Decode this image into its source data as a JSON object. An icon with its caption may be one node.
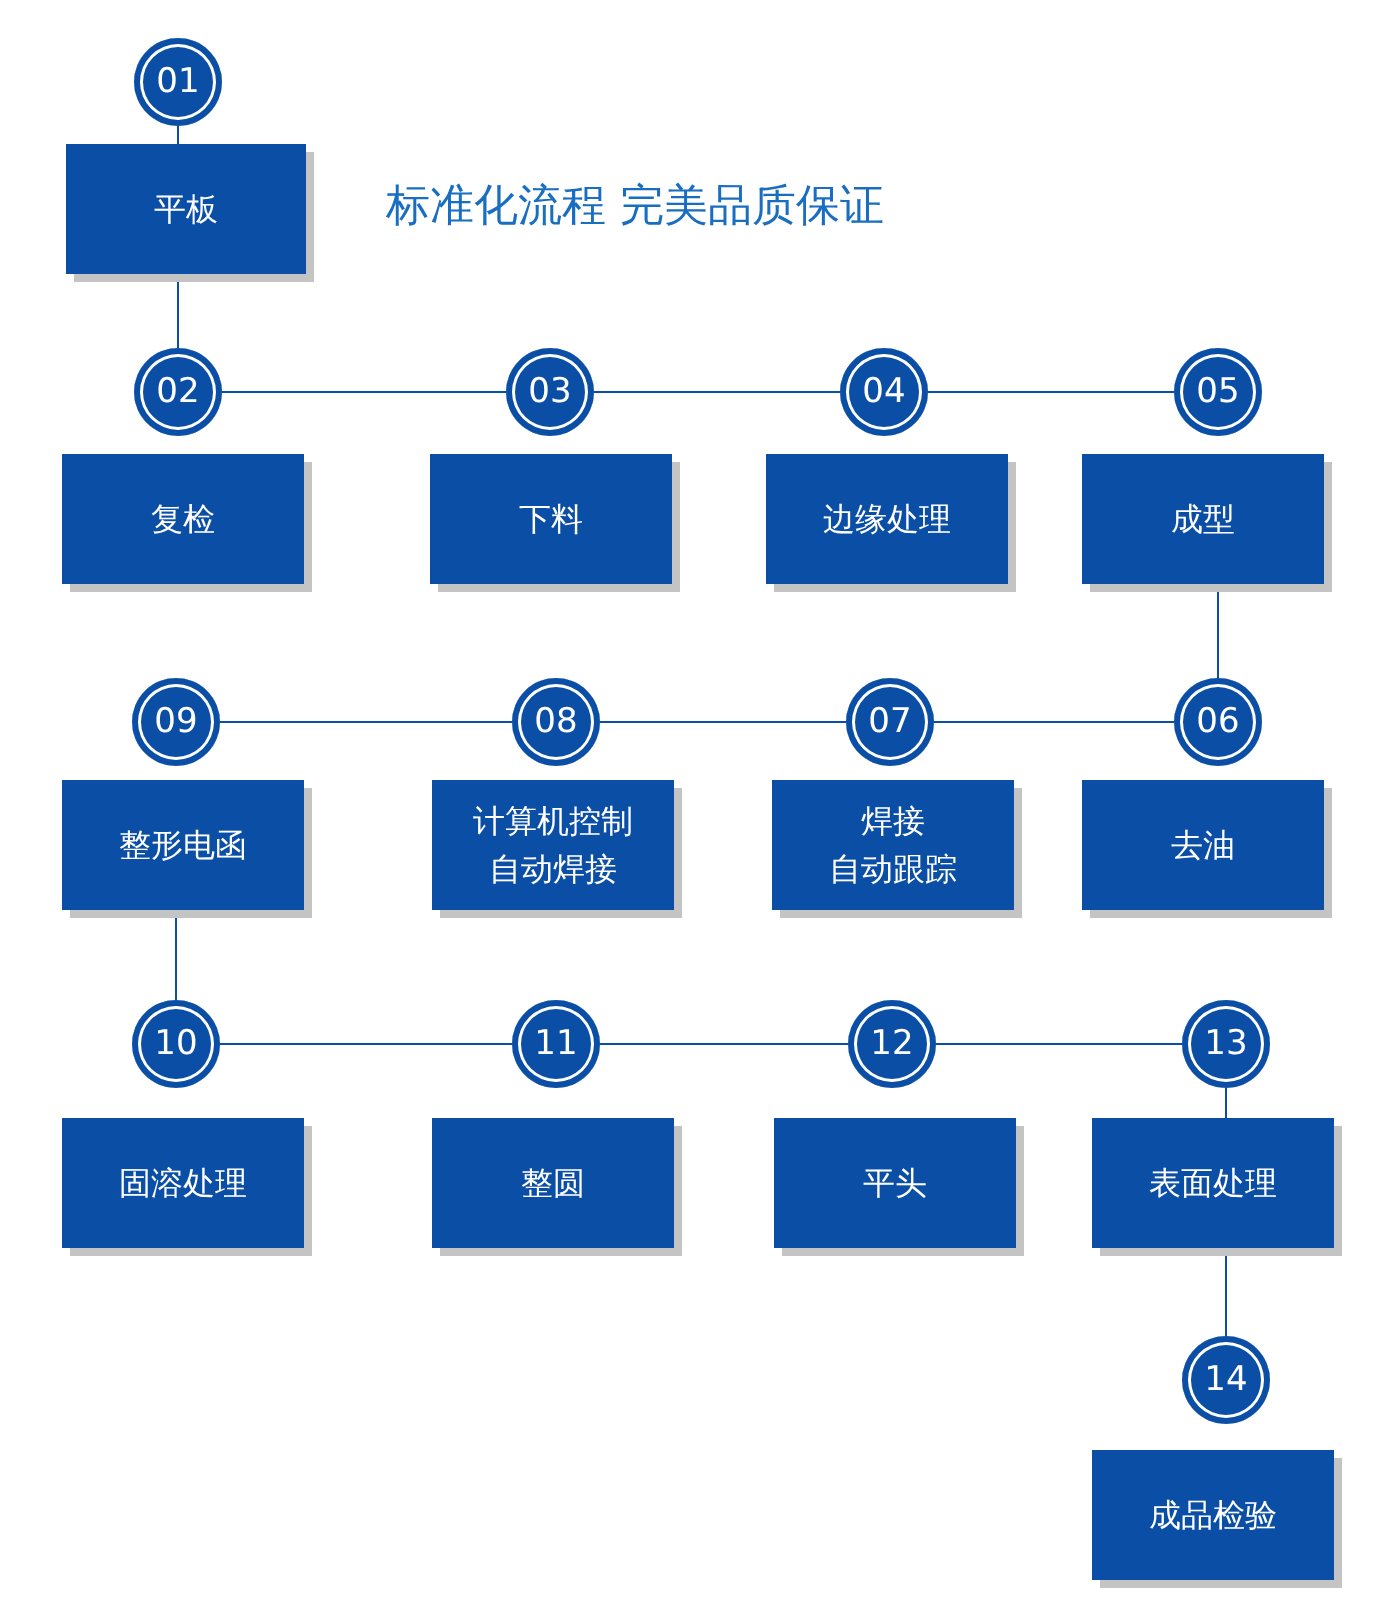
{
  "diagram": {
    "title": "标准化流程 完美品质保证",
    "nodes": [
      {
        "text": [
          "01"
        ]
      },
      {
        "text": [
          "平板"
        ]
      },
      {
        "text": [
          "02"
        ]
      },
      {
        "text": [
          "复检"
        ]
      },
      {
        "text": [
          "03"
        ]
      },
      {
        "text": [
          "下料"
        ]
      },
      {
        "text": [
          "04"
        ]
      },
      {
        "text": [
          "边缘处理"
        ]
      },
      {
        "text": [
          "05"
        ]
      },
      {
        "text": [
          "成型"
        ]
      },
      {
        "text": [
          "06"
        ]
      },
      {
        "text": [
          "去油"
        ]
      },
      {
        "text": [
          "07"
        ]
      },
      {
        "text": [
          "焊接自动跟踪"
        ]
      },
      {
        "text": [
          "08"
        ]
      },
      {
        "text": [
          "计算机控制自动焊接"
        ]
      },
      {
        "text": [
          "09"
        ]
      },
      {
        "text": [
          "整形电函"
        ]
      },
      {
        "text": [
          "10"
        ]
      },
      {
        "text": [
          "固溶处理"
        ]
      },
      {
        "text": [
          "11"
        ]
      },
      {
        "text": [
          "整圆"
        ]
      },
      {
        "text": [
          "12"
        ]
      },
      {
        "text": [
          "平头"
        ]
      },
      {
        "text": [
          "13"
        ]
      },
      {
        "text": [
          "表面处理"
        ]
      },
      {
        "text": [
          "14"
        ]
      },
      {
        "text": [
          "成品检验"
        ]
      }
    ],
    "edges": [
      {
        "from": 0,
        "to": 1,
        "arrow": "none"
      },
      {
        "from": 1,
        "to": 2,
        "arrow": "none"
      },
      {
        "from": 2,
        "to": 4,
        "arrow": "none"
      },
      {
        "from": 4,
        "to": 6,
        "arrow": "none"
      },
      {
        "from": 6,
        "to": 8,
        "arrow": "none"
      },
      {
        "from": 9,
        "to": 10,
        "arrow": "none"
      },
      {
        "from": 10,
        "to": 12,
        "arrow": "none"
      },
      {
        "from": 12,
        "to": 14,
        "arrow": "none"
      },
      {
        "from": 14,
        "to": 16,
        "arrow": "none"
      },
      {
        "from": 17,
        "to": 18,
        "arrow": "none"
      },
      {
        "from": 18,
        "to": 20,
        "arrow": "none"
      },
      {
        "from": 20,
        "to": 22,
        "arrow": "none"
      },
      {
        "from": 22,
        "to": 24,
        "arrow": "none"
      },
      {
        "from": 24,
        "to": 25,
        "arrow": "none"
      },
      {
        "from": 25,
        "to": 26,
        "arrow": "none"
      }
    ]
  }
}
